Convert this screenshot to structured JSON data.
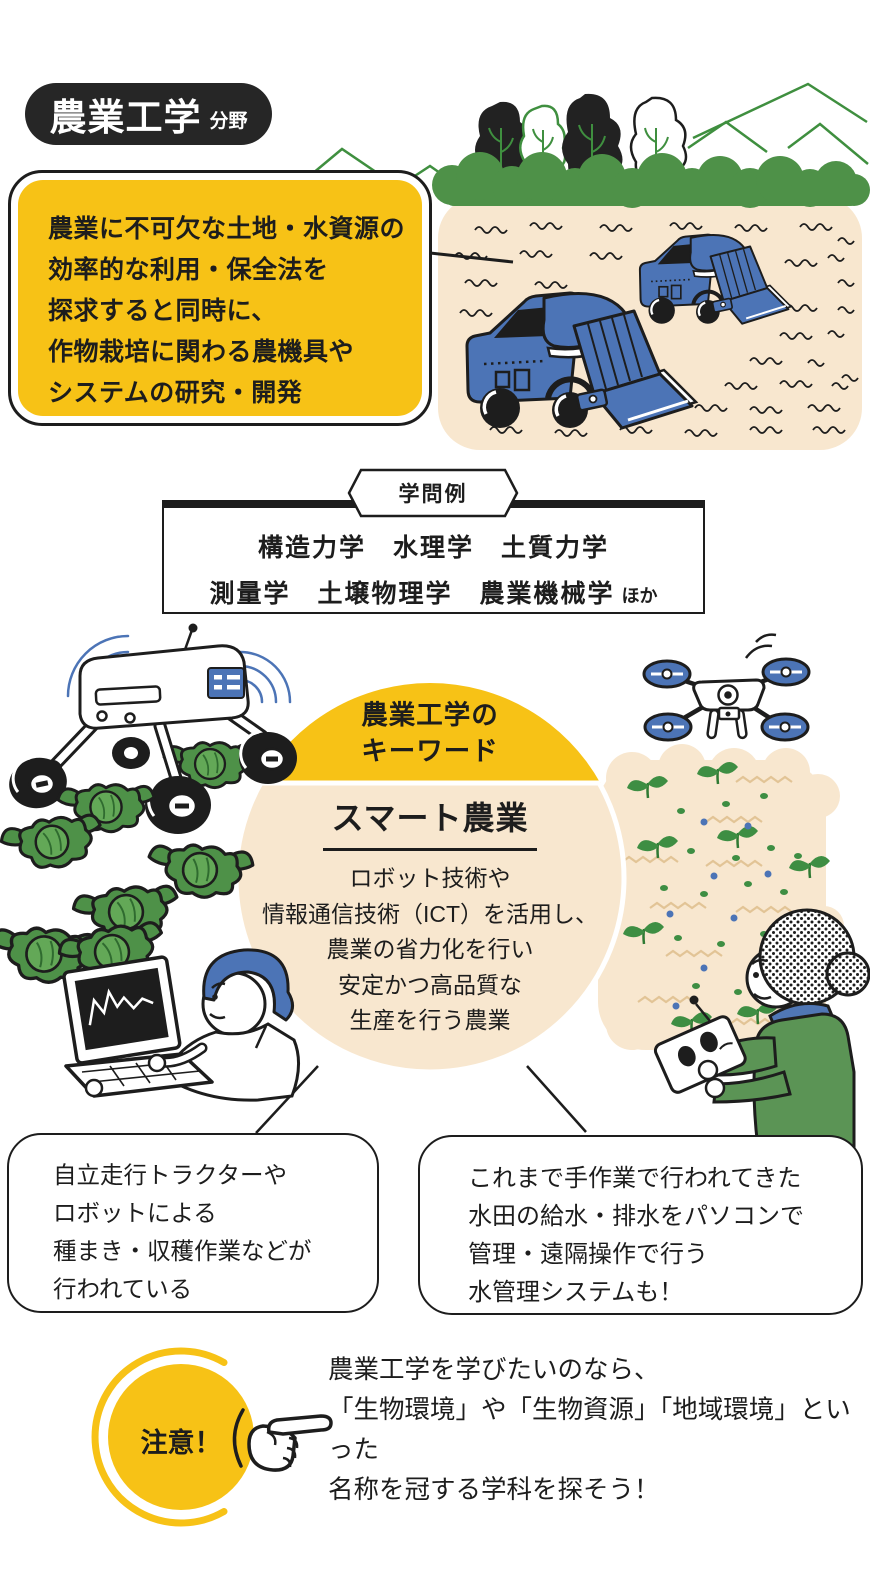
{
  "badge": {
    "title": "農業工学",
    "suffix": "分野"
  },
  "intro": {
    "lines": [
      "農業に不可欠な土地・水資源の",
      "効率的な利用・保全法を",
      "探求すると同時に、",
      "作物栽培に関わる農機具や",
      "システムの研究・開発"
    ]
  },
  "academics": {
    "label": "学問例",
    "row1": "構造力学　水理学　土質力学",
    "row2": "測量学　土壌物理学　農業機械学",
    "row2_note": "ほか"
  },
  "keyword": {
    "heading1": "農業工学の",
    "heading2": "キーワード",
    "term": "スマート農業",
    "desc": [
      "ロボット技術や",
      "情報通信技術（ICT）を活用し、",
      "農業の省力化を行い",
      "安定かつ高品質な",
      "生産を行う農業"
    ]
  },
  "left_note": {
    "lines": [
      "自立走行トラクターや",
      "ロボットによる",
      "種まき・収穫作業などが",
      "行われている"
    ]
  },
  "right_note": {
    "lines": [
      "これまで手作業で行われてきた",
      "水田の給水・排水をパソコンで",
      "管理・遠隔操作で行う",
      "水管理システムも！"
    ]
  },
  "caution": {
    "label": "注意！",
    "lines": [
      "農業工学を学びたいのなら、",
      "「生物環境」や「生物資源」「地域環境」といった",
      "名称を冠する学科を探そう！"
    ]
  },
  "colors": {
    "accent_yellow": "#F7C216",
    "field_beige": "#F8E7CF",
    "ink": "#1d1d1d",
    "machine_blue": "#4C74B6",
    "bush_green": "#4E9148",
    "jacket_green": "#5B9455",
    "mountain_green": "#3F8F3F"
  },
  "illustrations": {
    "scene": "farm-field-with-harvesters",
    "robot": "robot-rover-with-cabbages",
    "scientist": "scientist-with-laptop",
    "drone": "quadcopter-drone",
    "field": "seedling-field",
    "farmer": "farmer-with-remote-controller",
    "hand": "pointing-hand"
  }
}
